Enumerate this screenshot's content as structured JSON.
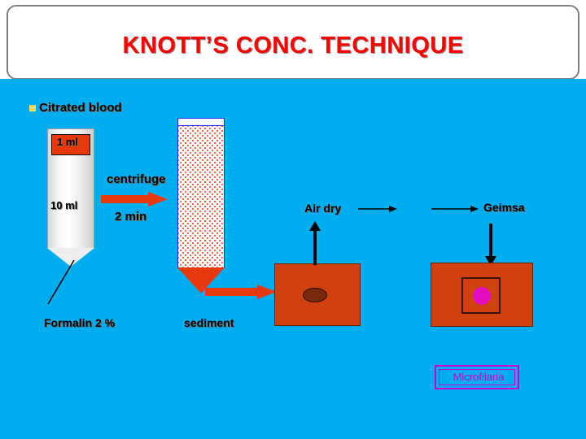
{
  "title": "KNOTT’S CONC. TECHNIQUE",
  "bullet": {
    "marker": "square-bullet",
    "label": "Citrated blood"
  },
  "tube1": {
    "top_band_label": "1 ml",
    "volume_label": "10 ml",
    "bottom_label": "Formalin 2 %"
  },
  "centrifuge": {
    "label": "centrifuge",
    "time": "2 min"
  },
  "tube2": {
    "label": "sediment"
  },
  "steps": {
    "air_dry": "Air dry",
    "geimsa": "Geimsa"
  },
  "result": {
    "label": "Microfilaria"
  },
  "colors": {
    "background": "#00aeef",
    "title_text": "#ff0000",
    "arrow": "#e8380d",
    "slide": "#d1400f",
    "parasite": "#e20fc0",
    "result_border": "#cc00cc"
  }
}
